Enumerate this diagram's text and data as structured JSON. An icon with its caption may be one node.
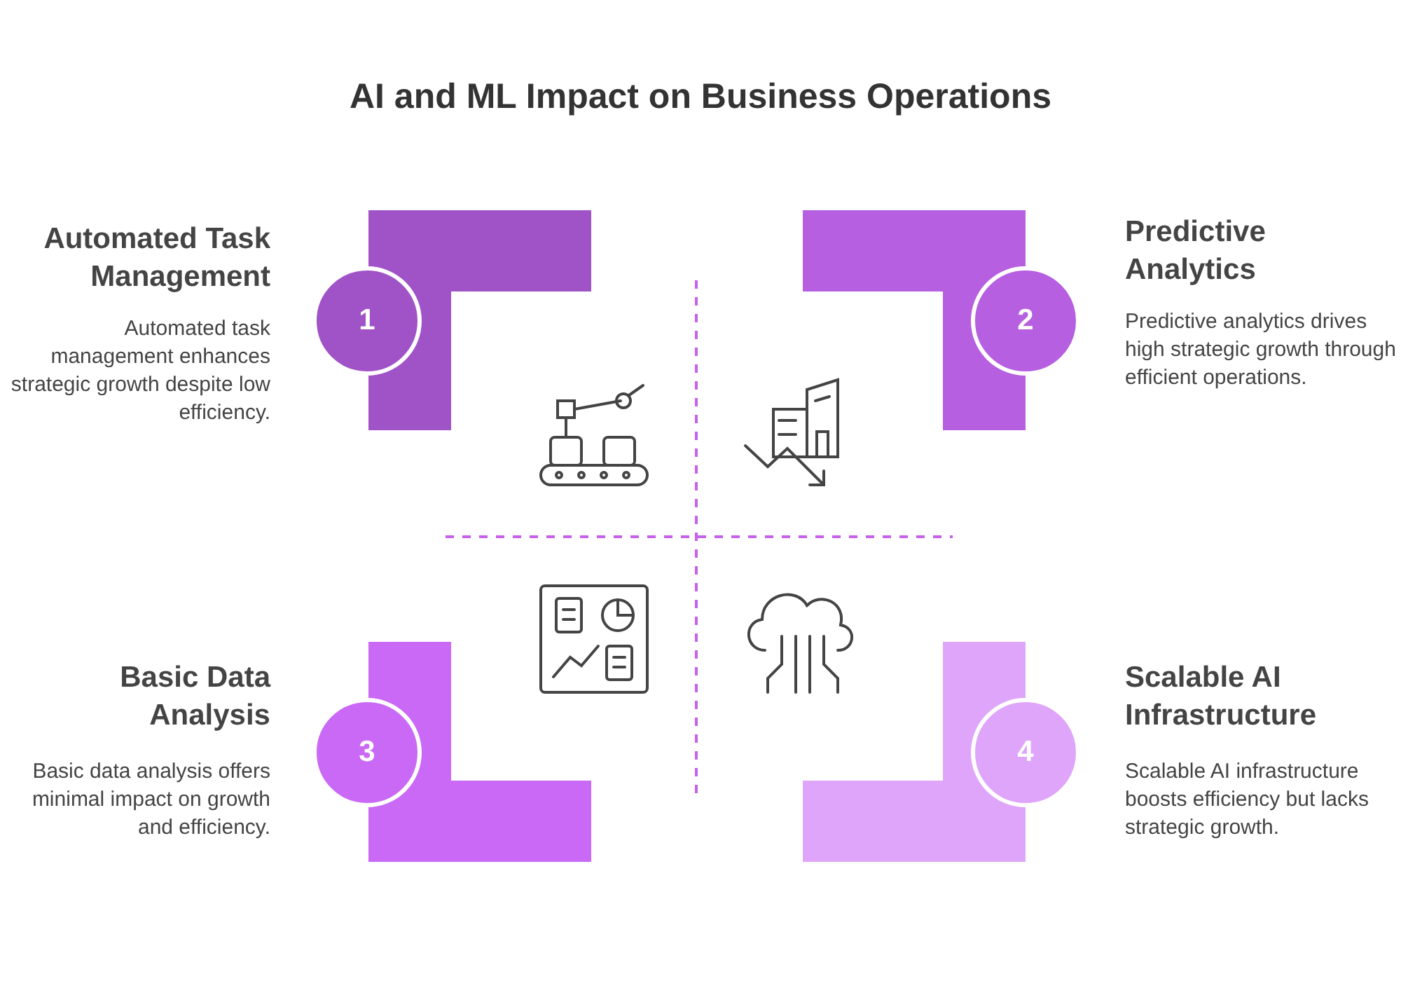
{
  "diagram": {
    "title": "AI and ML Impact on Business Operations",
    "nodes": [
      {
        "text": [
          "Automated Task Management",
          "Automated task management enhances strategic growth despite low efficiency."
        ]
      },
      {
        "text": [
          "Predictive Analytics",
          "Predictive analytics drives high strategic growth through efficient operations."
        ]
      },
      {
        "text": [
          "Basic Data Analysis",
          "Basic data analysis offers minimal impact on growth and efficiency."
        ]
      },
      {
        "text": [
          "Scalable AI Infrastructure",
          "Scalable AI infrastructure boosts efficiency but lacks strategic growth."
        ]
      }
    ],
    "labels": [
      "1",
      "2",
      "3",
      "4"
    ]
  }
}
